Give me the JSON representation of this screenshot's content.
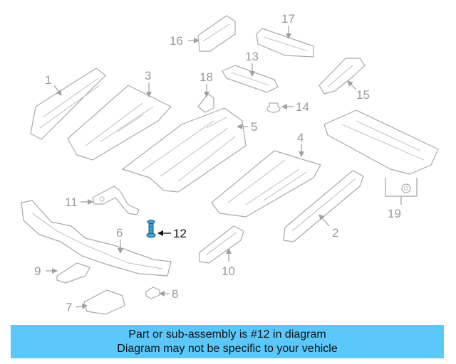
{
  "diagram": {
    "callouts": [
      "1",
      "2",
      "3",
      "4",
      "5",
      "6",
      "7",
      "8",
      "9",
      "10",
      "11",
      "12",
      "13",
      "14",
      "15",
      "16",
      "17",
      "18",
      "19"
    ],
    "highlighted": "12"
  },
  "banner": {
    "line1": "Part or sub-assembly is #12 in diagram",
    "line2": "Diagram may not be specific to your vehicle",
    "color": "#5ac8fa"
  }
}
